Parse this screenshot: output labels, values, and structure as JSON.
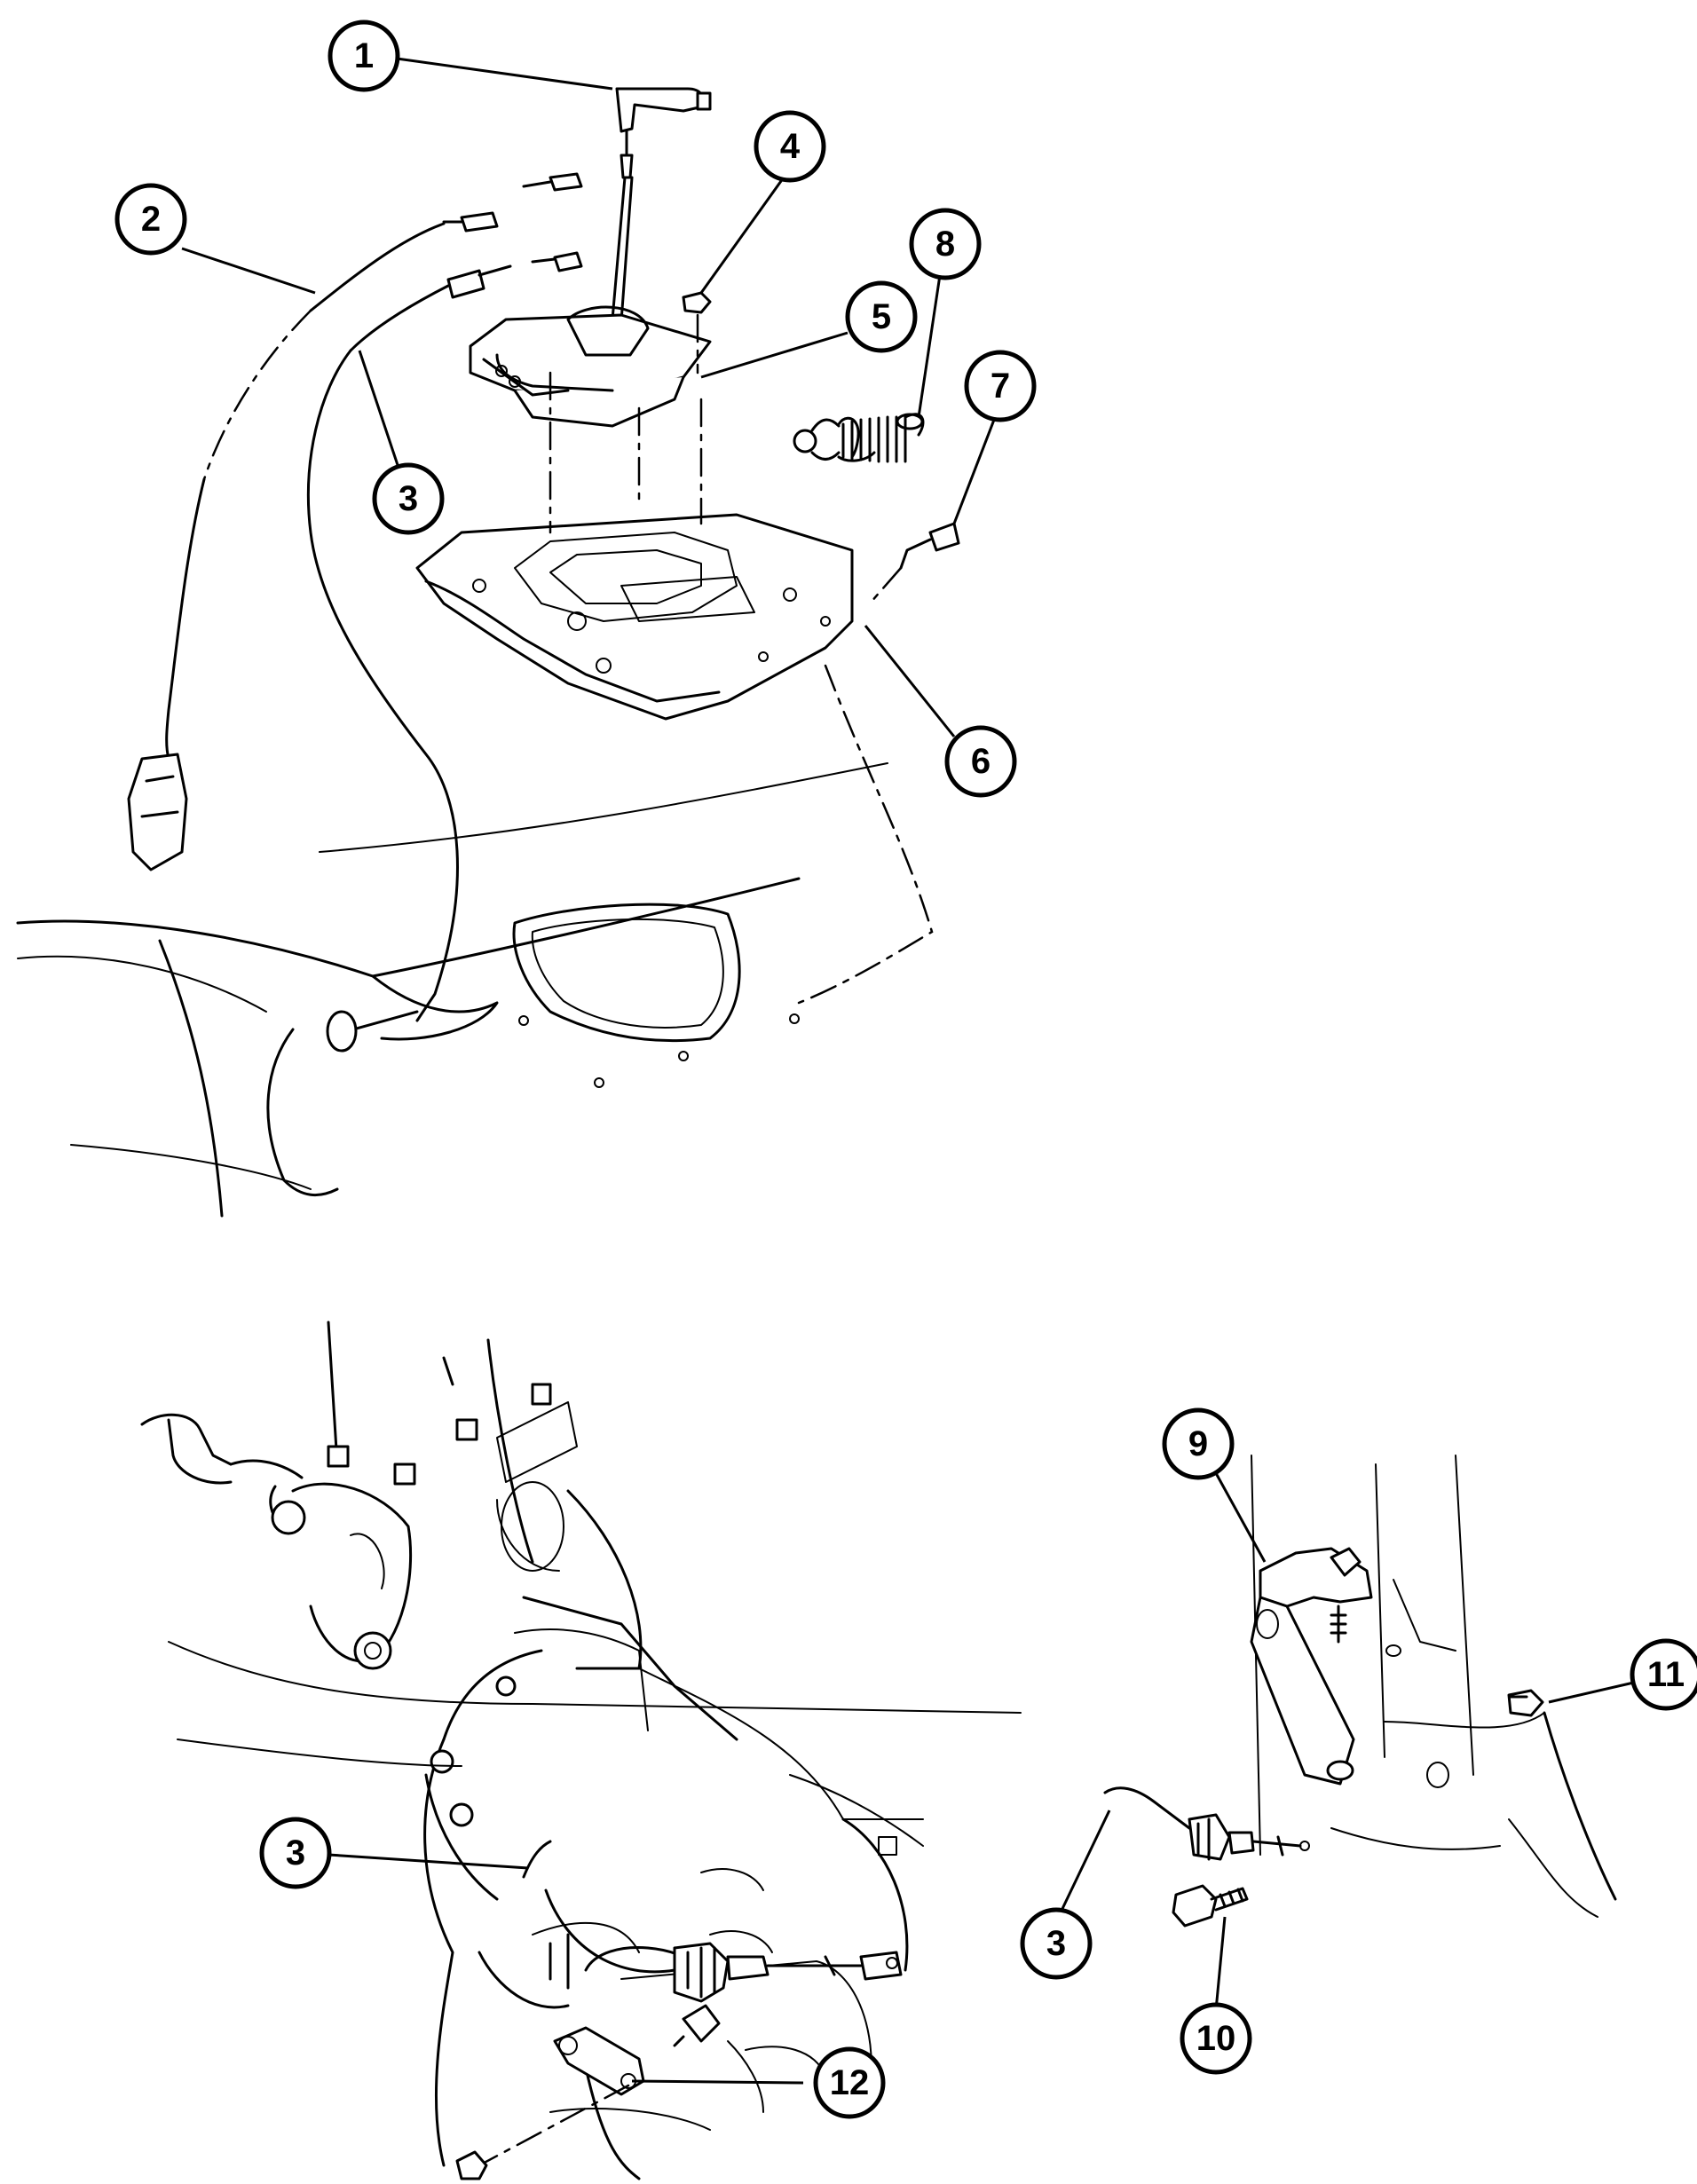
{
  "callouts": {
    "c1": "1",
    "c2": "2",
    "c3a": "3",
    "c4": "4",
    "c5": "5",
    "c6": "6",
    "c7": "7",
    "c8": "8",
    "c3b": "3",
    "c9": "9",
    "c10": "10",
    "c11": "11",
    "c3c": "3",
    "c12": "12"
  }
}
